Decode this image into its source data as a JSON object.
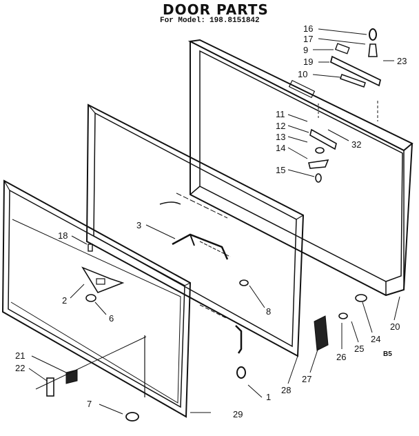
{
  "diagram": {
    "title": "DOOR PARTS",
    "subtitle_prefix": "For Model:",
    "model_number": "198.8151842",
    "corner_code": "B5",
    "callouts": [
      "16",
      "17",
      "9",
      "19",
      "23",
      "10",
      "11",
      "12",
      "32",
      "13",
      "14",
      "15",
      "3",
      "18",
      "2",
      "6",
      "8",
      "20",
      "24",
      "25",
      "26",
      "27",
      "28",
      "21",
      "22",
      "7",
      "29",
      "1"
    ]
  }
}
